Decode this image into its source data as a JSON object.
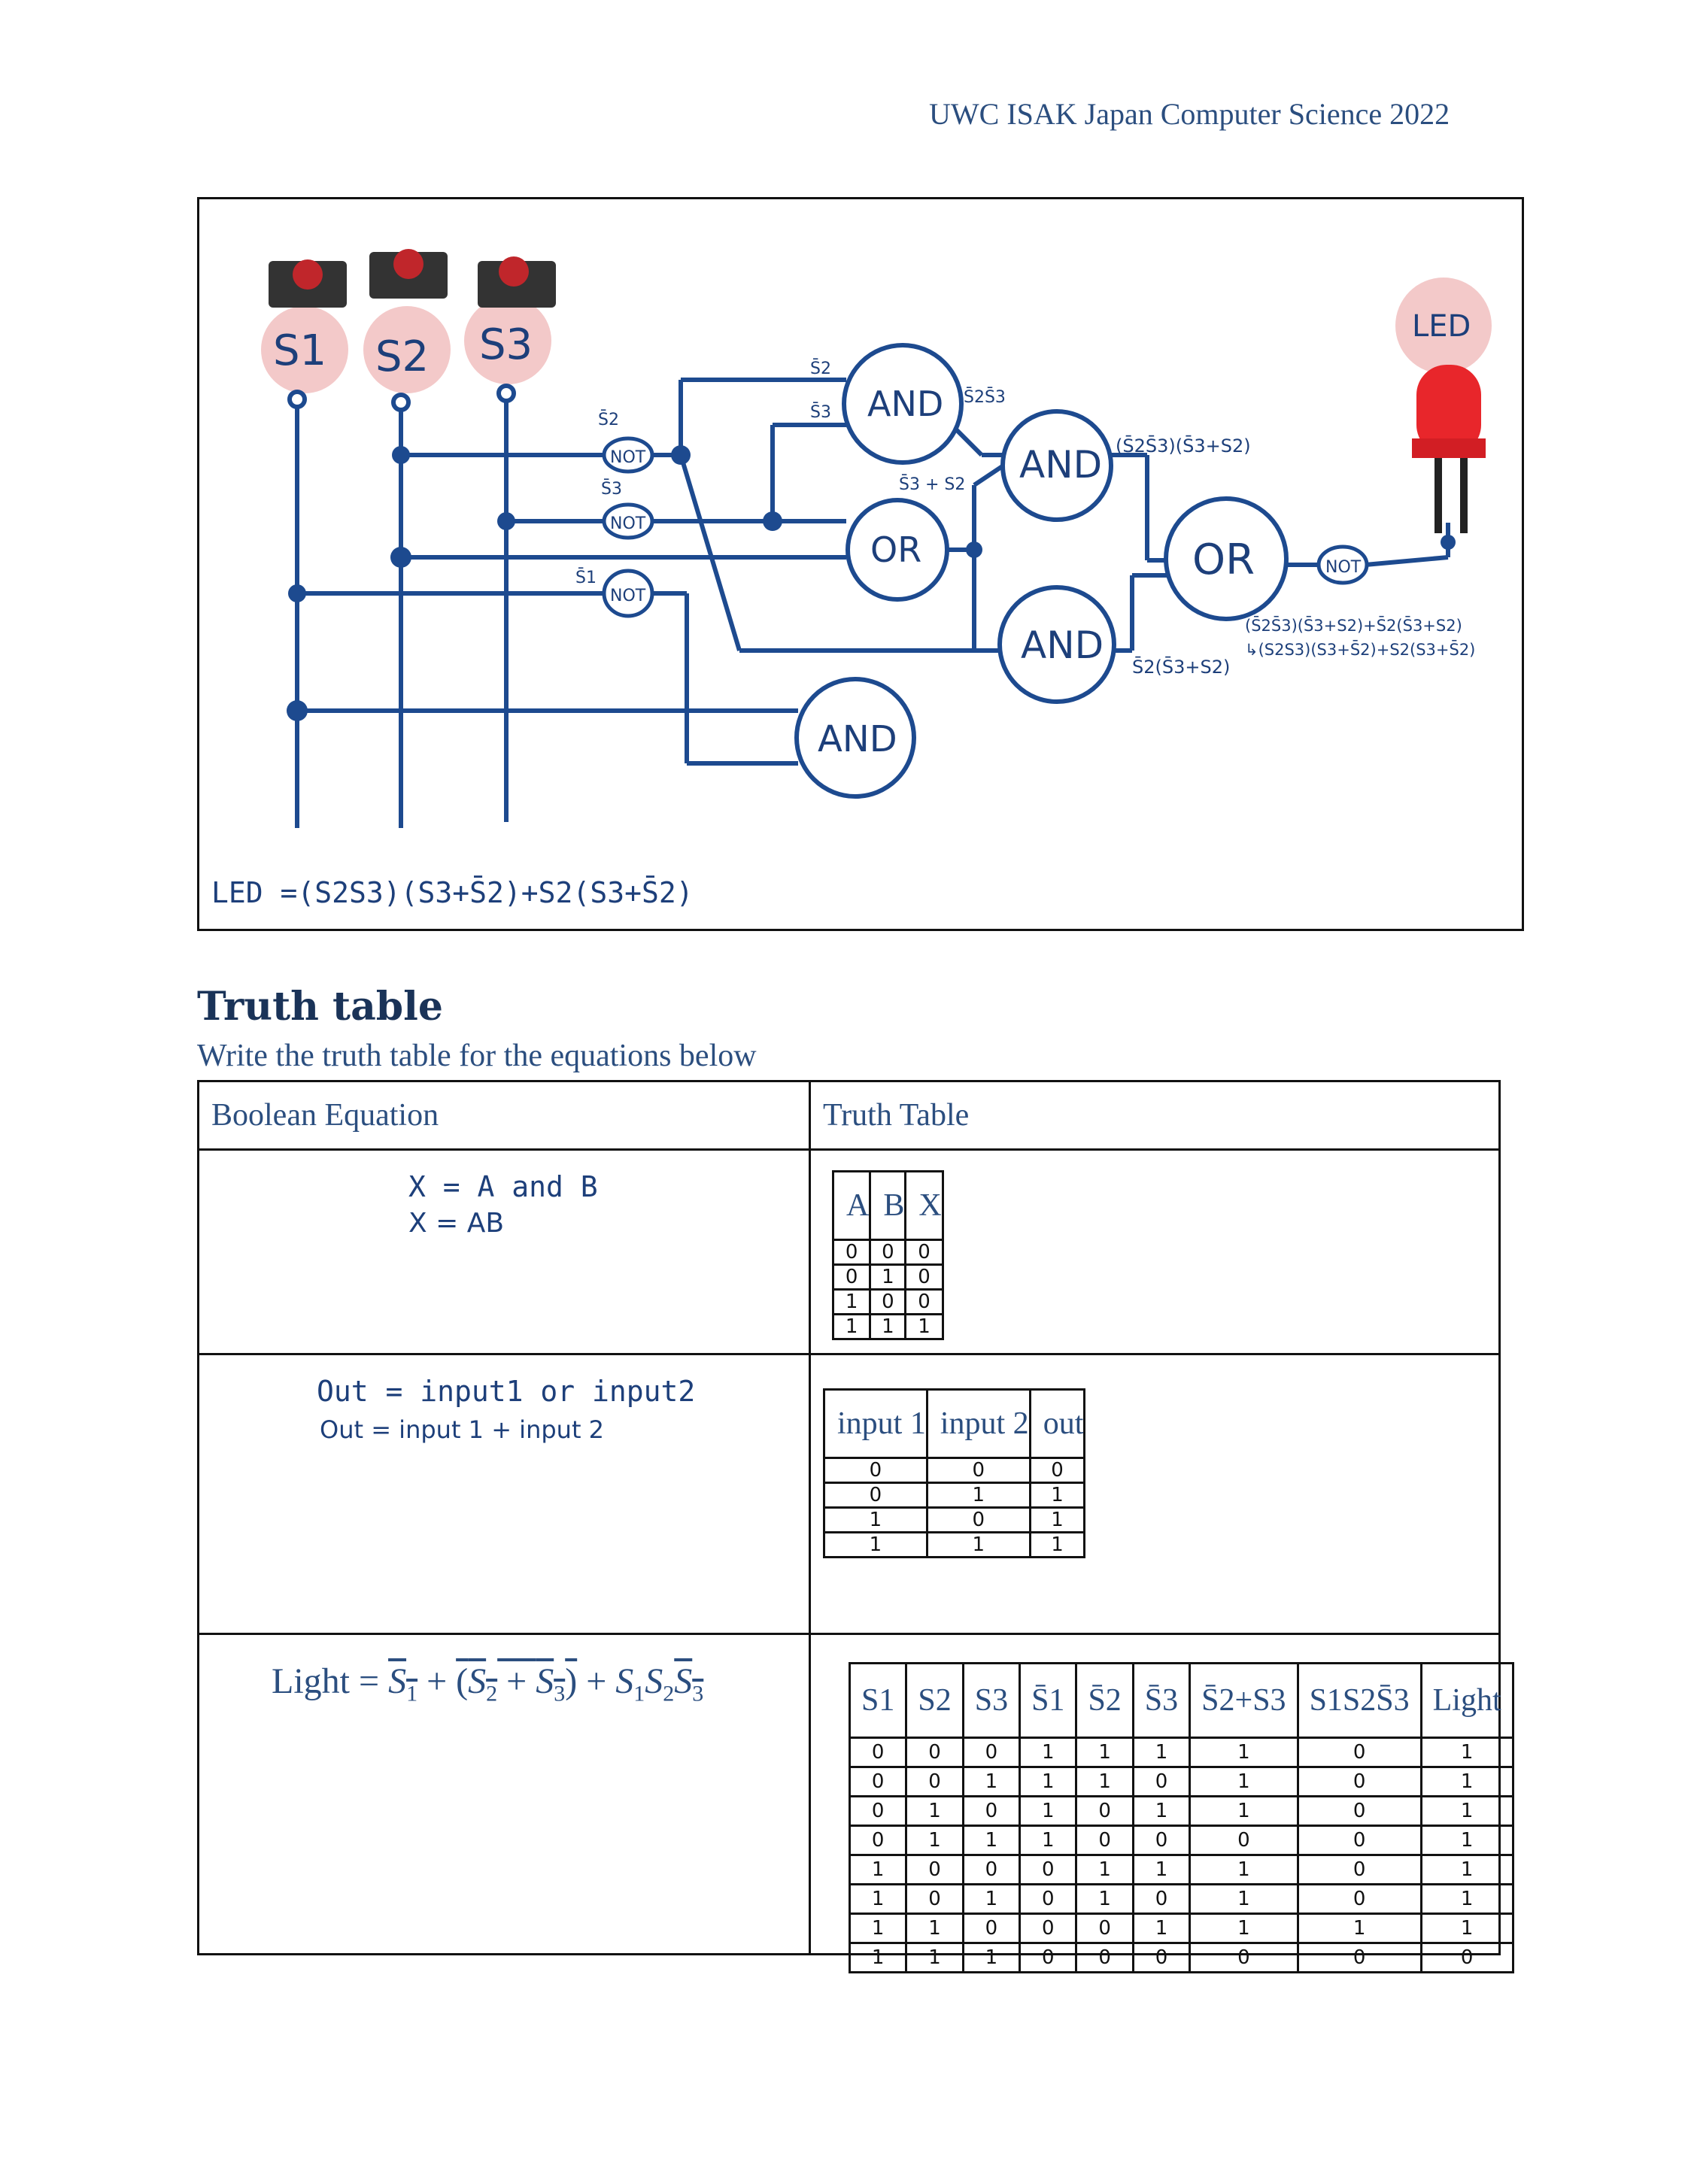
{
  "header": "UWC ISAK Japan Computer Science 2022",
  "circuit": {
    "switch_labels": [
      "S1",
      "S2",
      "S3"
    ],
    "led_label": "LED",
    "gates": [
      "NOT",
      "NOT",
      "NOT",
      "AND",
      "OR",
      "AND",
      "AND",
      "AND",
      "OR",
      "NOT"
    ],
    "annotations": {
      "not1_in": "S̄2",
      "not2_in": "S̄3",
      "not3_in": "S̄1",
      "and1_in_a": "S̄2",
      "and1_in_b": "S̄3",
      "and1_out": "S̄2S̄3",
      "or1_out": "S̄3 + S2",
      "and2_out": "(S̄2S̄3)(S̄3+S2)",
      "and3_out": "S̄2(S̄3+S2)",
      "or2_out_1": "(S̄2S̄3)(S̄3+S2)+S̄2(S̄3+S2)",
      "or2_out_2": "↳(S2S3)(S3+S̄2)+S2(S3+S̄2)"
    },
    "led_equation": "LED =(S2S3)(S3+S̄2)+S2(S3+S̄2)"
  },
  "truth_section": {
    "title": "Truth table",
    "subtitle": "Write the truth table for the equations below",
    "col_headers": [
      "Boolean Equation",
      "Truth Table"
    ],
    "rows": [
      {
        "eq_code": "X = A and B",
        "eq_hand": "X = AB",
        "table": {
          "headers": [
            "A",
            "B",
            "X"
          ],
          "rows": [
            [
              "0",
              "0",
              "0"
            ],
            [
              "0",
              "1",
              "0"
            ],
            [
              "1",
              "0",
              "0"
            ],
            [
              "1",
              "1",
              "1"
            ]
          ]
        }
      },
      {
        "eq_code": "Out = input1 or input2",
        "eq_hand": "Out = input 1 + input 2",
        "table": {
          "headers": [
            "input 1",
            "input 2",
            "out"
          ],
          "rows": [
            [
              "0",
              "0",
              "0"
            ],
            [
              "0",
              "1",
              "1"
            ],
            [
              "1",
              "0",
              "1"
            ],
            [
              "1",
              "1",
              "1"
            ]
          ]
        }
      },
      {
        "eq_label": "Light =",
        "table": {
          "headers": [
            "S1",
            "S2",
            "S3",
            "S̄1",
            "S̄2",
            "S̄3",
            "S̄2+S3",
            "S1S2S̄3",
            "Light"
          ],
          "rows": [
            [
              "0",
              "0",
              "0",
              "1",
              "1",
              "1",
              "1",
              "0",
              "1"
            ],
            [
              "0",
              "0",
              "1",
              "1",
              "1",
              "0",
              "1",
              "0",
              "1"
            ],
            [
              "0",
              "1",
              "0",
              "1",
              "0",
              "1",
              "1",
              "0",
              "1"
            ],
            [
              "0",
              "1",
              "1",
              "1",
              "0",
              "0",
              "0",
              "0",
              "1"
            ],
            [
              "1",
              "0",
              "0",
              "0",
              "1",
              "1",
              "1",
              "0",
              "1"
            ],
            [
              "1",
              "0",
              "1",
              "0",
              "1",
              "0",
              "1",
              "0",
              "1"
            ],
            [
              "1",
              "1",
              "0",
              "0",
              "0",
              "1",
              "1",
              "1",
              "1"
            ],
            [
              "1",
              "1",
              "1",
              "0",
              "0",
              "0",
              "0",
              "0",
              "0"
            ]
          ]
        }
      }
    ]
  },
  "colors": {
    "wire": "#1d4a8f",
    "switch_highlight": "#f3c9c9",
    "led": "#e8262b",
    "text": "#2b4e7f"
  }
}
